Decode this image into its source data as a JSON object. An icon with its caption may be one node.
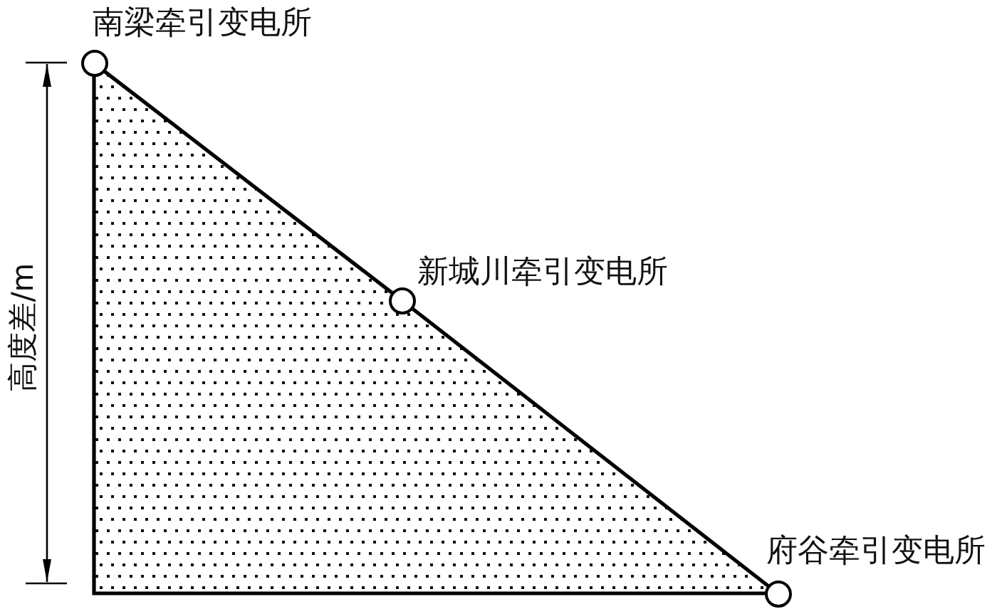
{
  "diagram": {
    "nodes": [
      {
        "text": [],
        "shape": "circle",
        "beside": [
          "南梁牵引变电所"
        ]
      },
      {
        "text": [],
        "shape": "circle",
        "beside": [
          "新城川牵引变电所"
        ]
      },
      {
        "text": [],
        "shape": "circle",
        "beside": [
          "府谷牵引变电所"
        ]
      }
    ],
    "edges": [
      {
        "from": 0,
        "to": 1,
        "arrow": "none"
      },
      {
        "from": 1,
        "to": 2,
        "arrow": "none"
      },
      {
        "from": 0,
        "to": 2,
        "arrow": "none"
      }
    ],
    "labels": [
      "高度差/m"
    ]
  }
}
